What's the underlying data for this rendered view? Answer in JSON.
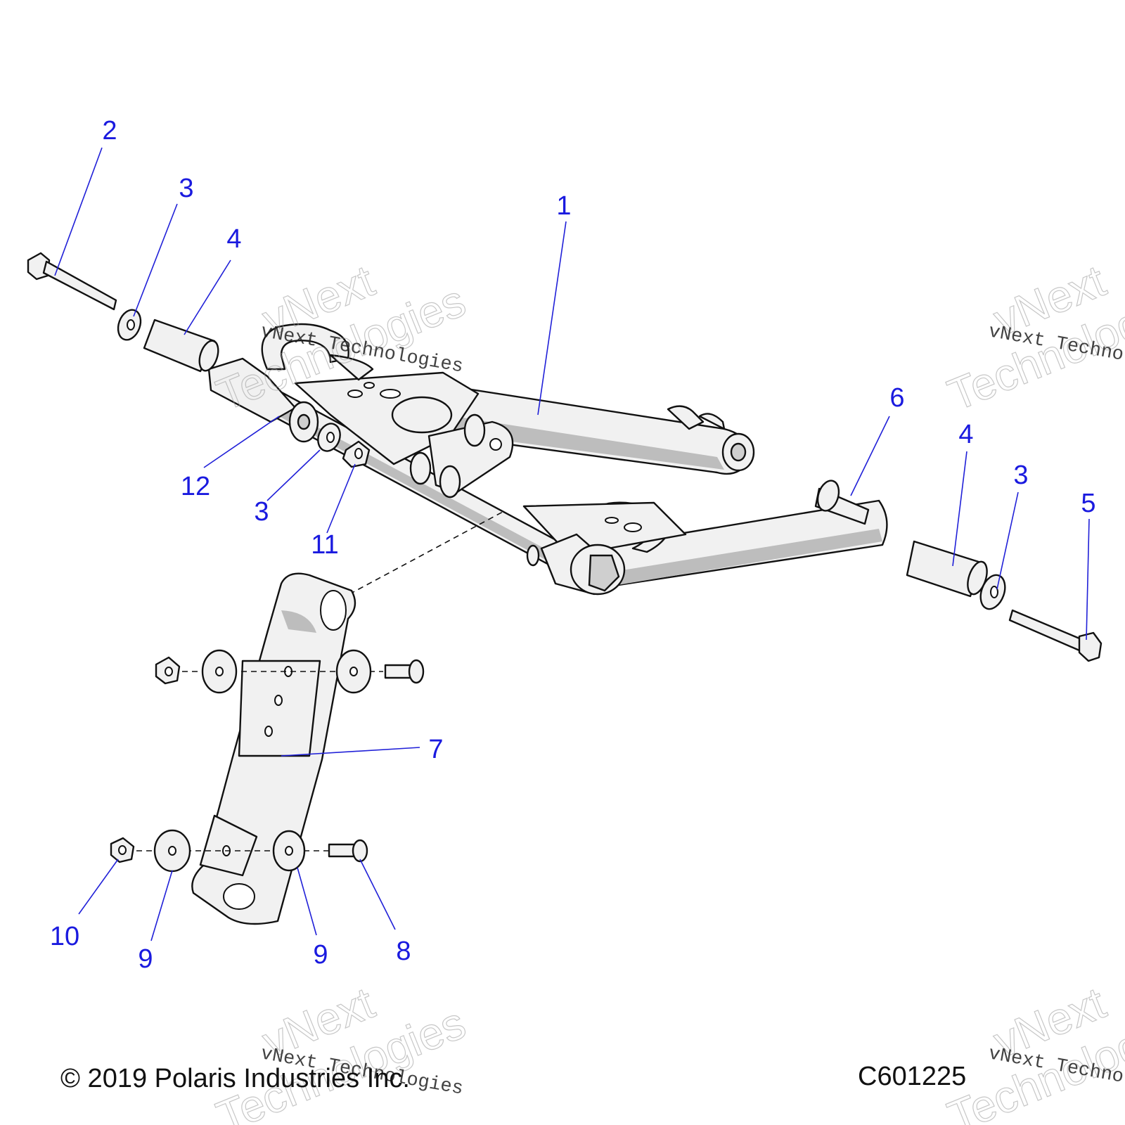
{
  "callouts": [
    {
      "id": "c1",
      "text": "1"
    },
    {
      "id": "c2",
      "text": "2"
    },
    {
      "id": "c3a",
      "text": "3"
    },
    {
      "id": "c4a",
      "text": "4"
    },
    {
      "id": "c12",
      "text": "12"
    },
    {
      "id": "c3b",
      "text": "3"
    },
    {
      "id": "c11",
      "text": "11"
    },
    {
      "id": "c6",
      "text": "6"
    },
    {
      "id": "c4b",
      "text": "4"
    },
    {
      "id": "c3c",
      "text": "3"
    },
    {
      "id": "c5",
      "text": "5"
    },
    {
      "id": "c7",
      "text": "7"
    },
    {
      "id": "c10",
      "text": "10"
    },
    {
      "id": "c9a",
      "text": "9"
    },
    {
      "id": "c9b",
      "text": "9"
    },
    {
      "id": "c8",
      "text": "8"
    }
  ],
  "watermark": {
    "line1": "vNext",
    "line2": "Technologies",
    "mono": "vNext Technologies"
  },
  "footer": {
    "copyright": "© 2019 Polaris Industries Inc.",
    "figure_code": "C601225"
  },
  "colors": {
    "callout": "#1a1adf",
    "line": "#111111"
  }
}
